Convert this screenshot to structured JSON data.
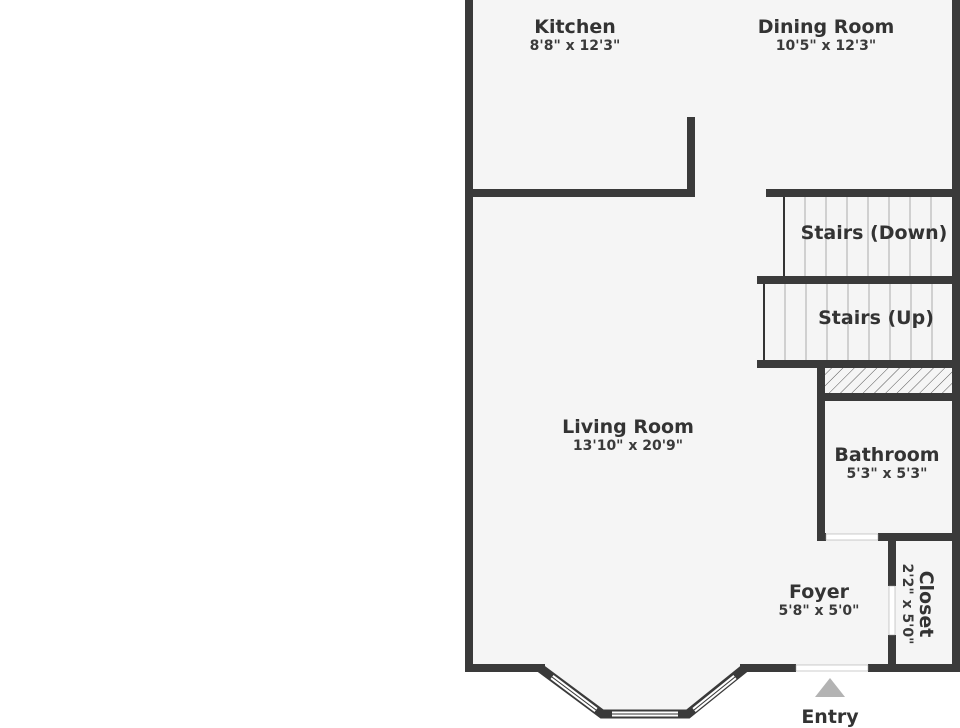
{
  "rooms": {
    "kitchen": {
      "name": "Kitchen",
      "dims": "8'8\" x 12'3\""
    },
    "dining": {
      "name": "Dining Room",
      "dims": "10'5\" x 12'3\""
    },
    "stairs_down": {
      "name": "Stairs (Down)"
    },
    "stairs_up": {
      "name": "Stairs (Up)"
    },
    "living": {
      "name": "Living Room",
      "dims": "13'10\" x 20'9\""
    },
    "bathroom": {
      "name": "Bathroom",
      "dims": "5'3\" x 5'3\""
    },
    "foyer": {
      "name": "Foyer",
      "dims": "5'8\" x 5'0\""
    },
    "closet": {
      "name": "Closet",
      "dims": "2'2\" x 5'0\""
    }
  },
  "entry_label": "Entry",
  "colors": {
    "wall": "#3a3a3a",
    "floor": "#f5f5f5",
    "entry_marker": "#b3b3b3"
  }
}
